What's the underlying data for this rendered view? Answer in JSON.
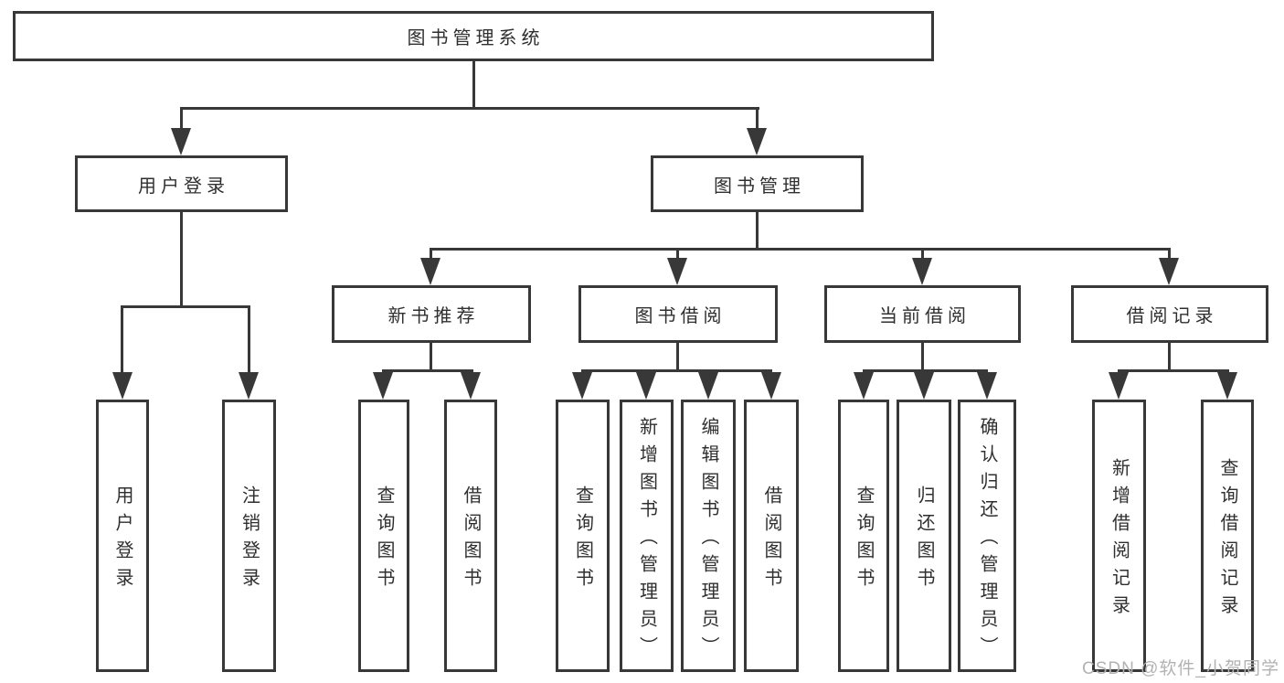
{
  "diagram": {
    "title": "图书管理系统",
    "colors": {
      "background": "#ffffff",
      "line": "#383838",
      "text": "#2f2f2f",
      "watermark": "#b2b2b2"
    },
    "watermark": "CSDN @软件_小贺同学",
    "nodes": {
      "root": {
        "label": "图书管理系统",
        "level": 1
      },
      "user_login": {
        "label": "用户登录",
        "level": 2,
        "parent": "root"
      },
      "book_mgmt": {
        "label": "图书管理",
        "level": 2,
        "parent": "root"
      },
      "new_books": {
        "label": "新书推荐",
        "level": 3,
        "parent": "book_mgmt"
      },
      "book_borrow": {
        "label": "图书借阅",
        "level": 3,
        "parent": "book_mgmt"
      },
      "current_borrow": {
        "label": "当前借阅",
        "level": 3,
        "parent": "book_mgmt"
      },
      "borrow_records": {
        "label": "借阅记录",
        "level": 3,
        "parent": "book_mgmt"
      },
      "leaf_user_login": {
        "label": "用户登录",
        "level": 4,
        "parent": "user_login"
      },
      "leaf_logout": {
        "label": "注销登录",
        "level": 4,
        "parent": "user_login"
      },
      "leaf_nb_query": {
        "label": "查询图书",
        "level": 4,
        "parent": "new_books"
      },
      "leaf_nb_borrow": {
        "label": "借阅图书",
        "level": 4,
        "parent": "new_books"
      },
      "leaf_bb_query": {
        "label": "查询图书",
        "level": 4,
        "parent": "book_borrow"
      },
      "leaf_bb_add": {
        "label": "新增图书（管理员）",
        "level": 4,
        "parent": "book_borrow"
      },
      "leaf_bb_edit": {
        "label": "编辑图书（管理员）",
        "level": 4,
        "parent": "book_borrow"
      },
      "leaf_bb_borrow": {
        "label": "借阅图书",
        "level": 4,
        "parent": "book_borrow"
      },
      "leaf_cb_query": {
        "label": "查询图书",
        "level": 4,
        "parent": "current_borrow"
      },
      "leaf_cb_return": {
        "label": "归还图书",
        "level": 4,
        "parent": "current_borrow"
      },
      "leaf_cb_confirm": {
        "label": "确认归还（管理员）",
        "level": 4,
        "parent": "current_borrow"
      },
      "leaf_br_add": {
        "label": "新增借阅记录",
        "level": 4,
        "parent": "borrow_records"
      },
      "leaf_br_query": {
        "label": "查询借阅记录",
        "level": 4,
        "parent": "borrow_records"
      }
    }
  }
}
